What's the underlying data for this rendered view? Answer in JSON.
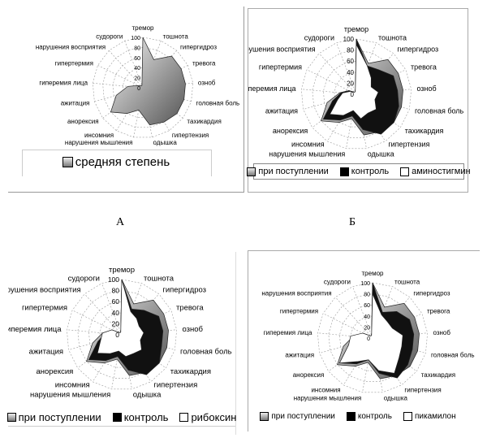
{
  "categories": [
    "тремор",
    "тошнота",
    "гипергидроз",
    "тревога",
    "озноб",
    "головная боль",
    "тахикардия",
    "гипертензия",
    "одышка",
    "нарушения мышления",
    "инсомния",
    "анорексия",
    "ажитация",
    "гиперемия лица",
    "гипертермия",
    "нарушения восприятия",
    "судороги"
  ],
  "panel_labels": {
    "a": "А",
    "b": "Б"
  },
  "chart_data": [
    {
      "type": "radar",
      "id": "a",
      "range": [
        0,
        100
      ],
      "ticks": [
        "0",
        "20",
        "40",
        "60",
        "80",
        "100"
      ],
      "categories": [
        "тремор",
        "тошнота",
        "гипергидроз",
        "тревога",
        "озноб",
        "головная боль",
        "тахикардия",
        "гипертензия",
        "одышка",
        "нарушения мышления",
        "инсомния",
        "анорексия",
        "ажитация",
        "гиперемия лица",
        "гипертермия",
        "нарушения восприятия",
        "судороги"
      ],
      "series": [
        {
          "name": "средняя степень",
          "style": "gradient",
          "values": [
            100,
            60,
            85,
            85,
            85,
            85,
            85,
            80,
            75,
            45,
            60,
            80,
            55,
            30,
            10,
            5,
            5
          ]
        }
      ],
      "legend_position": "bottom"
    },
    {
      "type": "radar",
      "id": "b",
      "range": [
        0,
        100
      ],
      "ticks": [
        "0",
        "20",
        "40",
        "60",
        "80",
        "100"
      ],
      "categories": [
        "тремор",
        "тошнота",
        "гипергидроз",
        "тревога",
        "озноб",
        "головная боль",
        "тахикардия",
        "гипертензия",
        "одышка",
        "нарушения мышления",
        "инсомния",
        "анорексия",
        "ажитация",
        "гиперемия лица",
        "гипертермия",
        "нарушения восприятия",
        "судороги"
      ],
      "series": [
        {
          "name": "при поступлении",
          "style": "gradient",
          "values": [
            100,
            60,
            85,
            85,
            85,
            85,
            85,
            80,
            75,
            45,
            60,
            80,
            55,
            30,
            15,
            5,
            5
          ]
        },
        {
          "name": "контроль",
          "style": "black",
          "values": [
            100,
            55,
            60,
            75,
            75,
            80,
            85,
            85,
            65,
            40,
            55,
            75,
            45,
            28,
            15,
            5,
            5
          ]
        },
        {
          "name": "аминостигмин",
          "style": "white",
          "values": [
            90,
            55,
            40,
            30,
            40,
            35,
            45,
            40,
            45,
            30,
            45,
            60,
            35,
            25,
            12,
            5,
            5
          ]
        }
      ],
      "legend_position": "bottom"
    },
    {
      "type": "radar",
      "id": "c",
      "range": [
        0,
        100
      ],
      "ticks": [
        "0",
        "20",
        "40",
        "60",
        "80",
        "100"
      ],
      "categories": [
        "тремор",
        "тошнота",
        "гипергидроз",
        "тревога",
        "озноб",
        "головная боль",
        "тахикардия",
        "гипертензия",
        "одышка",
        "нарушения мышления",
        "инсомния",
        "анорексия",
        "ажитация",
        "гиперемия лица",
        "гипертермия",
        "нарушения восприятия",
        "судороги"
      ],
      "series": [
        {
          "name": "при поступлении",
          "style": "gradient",
          "values": [
            100,
            60,
            85,
            85,
            85,
            85,
            85,
            80,
            75,
            45,
            60,
            80,
            55,
            35,
            20,
            5,
            5
          ]
        },
        {
          "name": "контроль",
          "style": "black",
          "values": [
            100,
            50,
            60,
            75,
            75,
            75,
            85,
            85,
            65,
            40,
            55,
            75,
            45,
            30,
            20,
            5,
            5
          ]
        },
        {
          "name": "рибоксин",
          "style": "white",
          "values": [
            100,
            45,
            40,
            35,
            40,
            35,
            45,
            40,
            40,
            30,
            40,
            55,
            40,
            35,
            20,
            5,
            5
          ]
        }
      ],
      "legend_position": "bottom"
    },
    {
      "type": "radar",
      "id": "d",
      "range": [
        0,
        100
      ],
      "ticks": [
        "0",
        "20",
        "40",
        "60",
        "80",
        "100"
      ],
      "categories": [
        "тремор",
        "тошнота",
        "гипергидроз",
        "тревога",
        "озноб",
        "головная боль",
        "тахикардия",
        "гипертензия",
        "одышка",
        "нарушения мышления",
        "инсомния",
        "анорексия",
        "ажитация",
        "гиперемия лица",
        "гипертермия",
        "нарушения восприятия",
        "судороги"
      ],
      "series": [
        {
          "name": "при поступлении",
          "style": "gradient",
          "values": [
            100,
            60,
            85,
            85,
            85,
            85,
            85,
            80,
            75,
            45,
            60,
            80,
            55,
            35,
            20,
            5,
            5
          ]
        },
        {
          "name": "контроль",
          "style": "black",
          "values": [
            100,
            50,
            65,
            75,
            75,
            75,
            80,
            85,
            65,
            40,
            55,
            75,
            45,
            30,
            20,
            5,
            5
          ]
        },
        {
          "name": "пикамилон",
          "style": "white",
          "values": [
            80,
            45,
            40,
            40,
            55,
            55,
            60,
            75,
            60,
            40,
            50,
            75,
            45,
            40,
            20,
            5,
            5
          ]
        }
      ],
      "legend_position": "bottom"
    }
  ]
}
